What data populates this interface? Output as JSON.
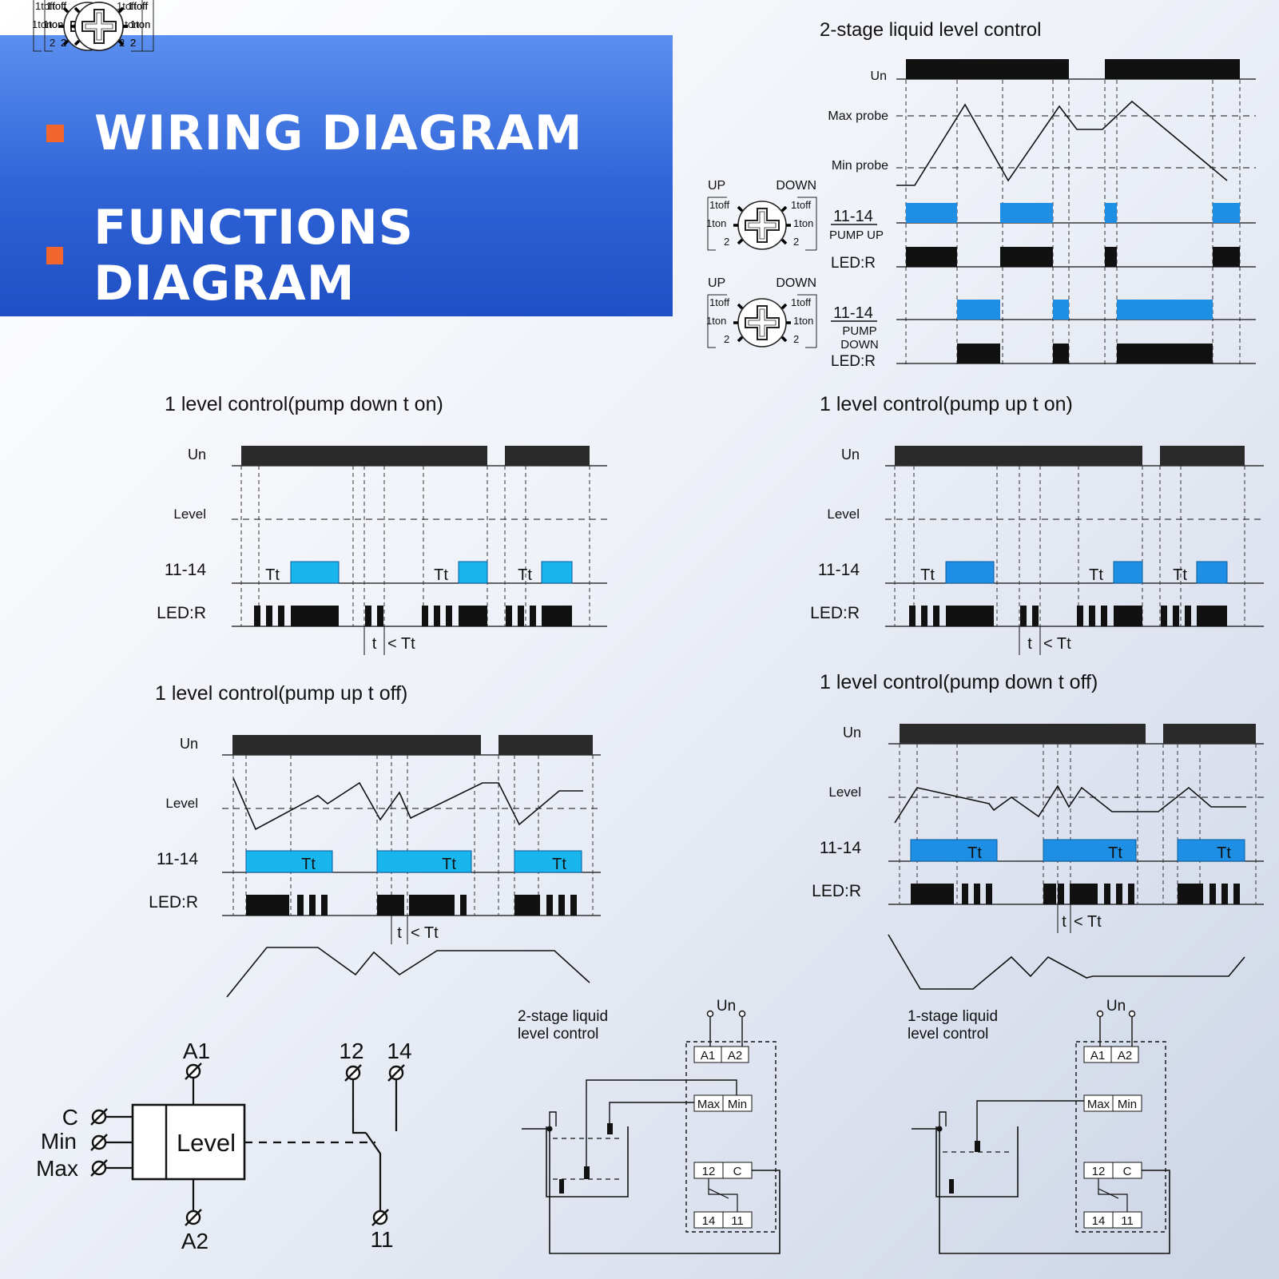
{
  "banner": {
    "line1": "WIRING DIAGRAM",
    "line2": "FUNCTIONS DIAGRAM",
    "bullet_color": "#f2662d",
    "background_color": "#2f63d6"
  },
  "knob": {
    "up": "UP",
    "down": "DOWN",
    "toff": "1toff",
    "ton": "1ton",
    "two": "2"
  },
  "panels": {
    "two_stage": {
      "title": "2-stage liquid level control",
      "un": "Un",
      "max_probe": "Max probe",
      "min_probe": "Min probe",
      "pump_up_relay": "11-14",
      "pump_up_label": "PUMP UP",
      "pump_up_led": "LED:R",
      "pump_down_relay": "11-14",
      "pump_down_label_1": "PUMP",
      "pump_down_label_2": "DOWN",
      "pump_down_led": "LED:R"
    },
    "down_ton": {
      "title": "1 level control(pump down t on)",
      "un": "Un",
      "level": "Level",
      "relay": "11-14",
      "led": "LED:R",
      "tt": "Tt",
      "t": "t",
      "lt": "< Tt"
    },
    "up_ton": {
      "title": "1 level control(pump up t on)",
      "un": "Un",
      "level": "Level",
      "relay": "11-14",
      "led": "LED:R",
      "tt": "Tt",
      "t": "t",
      "lt": "< Tt"
    },
    "up_toff": {
      "title": "1 level control(pump up t off)",
      "un": "Un",
      "level": "Level",
      "relay": "11-14",
      "led": "LED:R",
      "tt": "Tt",
      "t": "t",
      "lt": "< Tt"
    },
    "down_toff": {
      "title": "1 level control(pump down t off)",
      "un": "Un",
      "level": "Level",
      "relay": "11-14",
      "led": "LED:R",
      "tt": "Tt",
      "t": "t",
      "lt": "< Tt"
    }
  },
  "wiring": {
    "a1": "A1",
    "a2": "A2",
    "c": "C",
    "min": "Min",
    "max": "Max",
    "level": "Level",
    "t12": "12",
    "t14": "14",
    "t11": "11"
  },
  "two_stage_wiring": {
    "title1": "2-stage liquid",
    "title2": "level control",
    "un": "Un",
    "a1": "A1",
    "a2": "A2",
    "max": "Max",
    "min": "Min",
    "t12": "12",
    "c": "C",
    "t14": "14",
    "t11": "11"
  },
  "one_stage_wiring": {
    "title1": "1-stage liquid",
    "title2": "level control",
    "un": "Un",
    "a1": "A1",
    "a2": "A2",
    "max": "Max",
    "min": "Min",
    "t12": "12",
    "c": "C",
    "t14": "14",
    "t11": "11"
  },
  "colors": {
    "relay_blue": "#1f8fe6",
    "relay_cyan": "#19b6ee",
    "dark": "#1a1a1a"
  }
}
